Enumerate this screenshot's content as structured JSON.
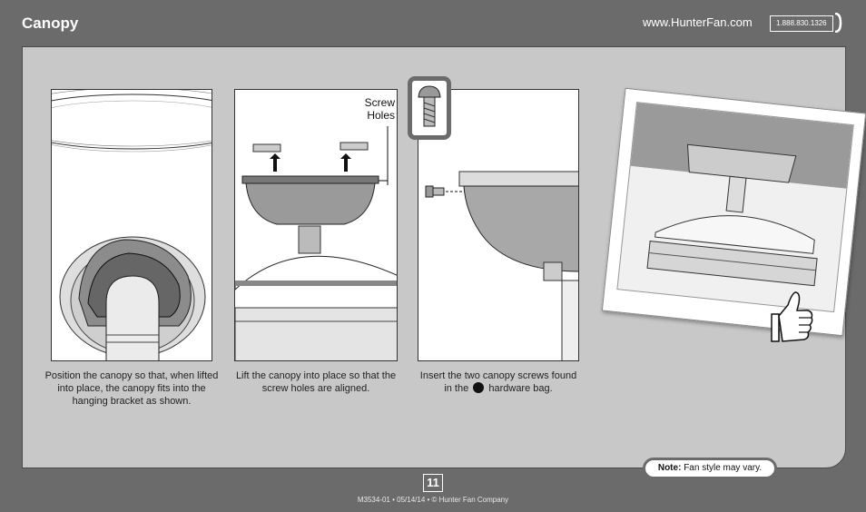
{
  "header": {
    "title": "Canopy",
    "url": "www.HunterFan.com",
    "phone": "1.888.830.1326"
  },
  "steps": [
    {
      "caption": "Position the canopy so that, when lifted into place, the canopy fits into the hanging bracket as shown."
    },
    {
      "caption": "Lift the canopy into place so that the screw holes are aligned.",
      "callout": "Screw Holes"
    },
    {
      "caption_before": "Insert the two canopy screws found in the",
      "caption_after": "hardware bag."
    }
  ],
  "note": {
    "label": "Note:",
    "text": "Fan style may vary."
  },
  "footer": {
    "page_number": "11",
    "text": "M3534-01 • 05/14/14 • © Hunter Fan Company"
  },
  "icons": [
    "phone-bracket-icon",
    "screw-icon",
    "thumbs-up-icon",
    "up-arrow-icon",
    "hardware-bag-dot-icon"
  ]
}
